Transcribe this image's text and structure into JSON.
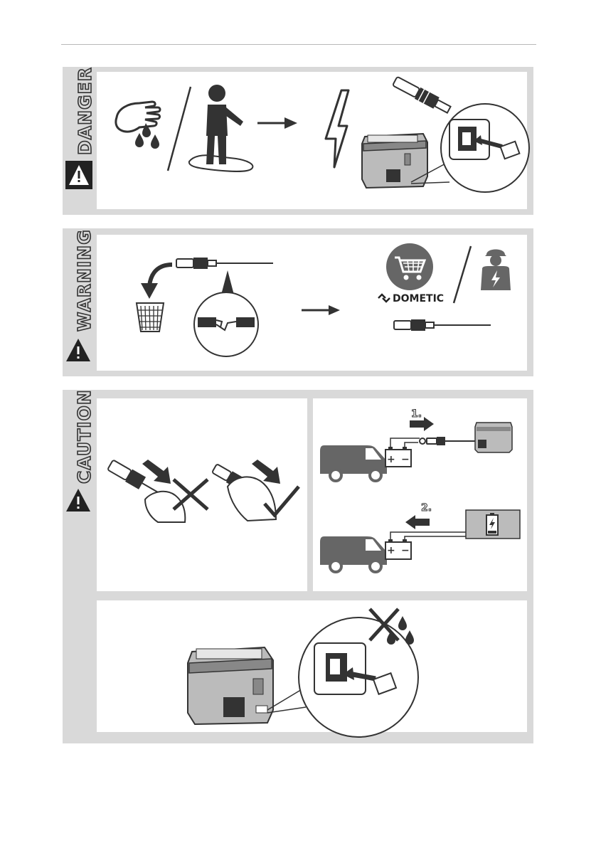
{
  "sections": {
    "danger": {
      "label": "DANGER"
    },
    "warning": {
      "label": "WARNING"
    },
    "caution": {
      "label": "CAUTION"
    }
  },
  "brand": {
    "name": "DOMETIC"
  },
  "steps": {
    "step1": "1.",
    "step2": "2."
  },
  "battery": {
    "plus": "+",
    "minus": "−"
  },
  "colors": {
    "section_bg": "#d9d9d9",
    "dark": "#333333",
    "mid": "#666666",
    "light": "#bbbbbb"
  }
}
